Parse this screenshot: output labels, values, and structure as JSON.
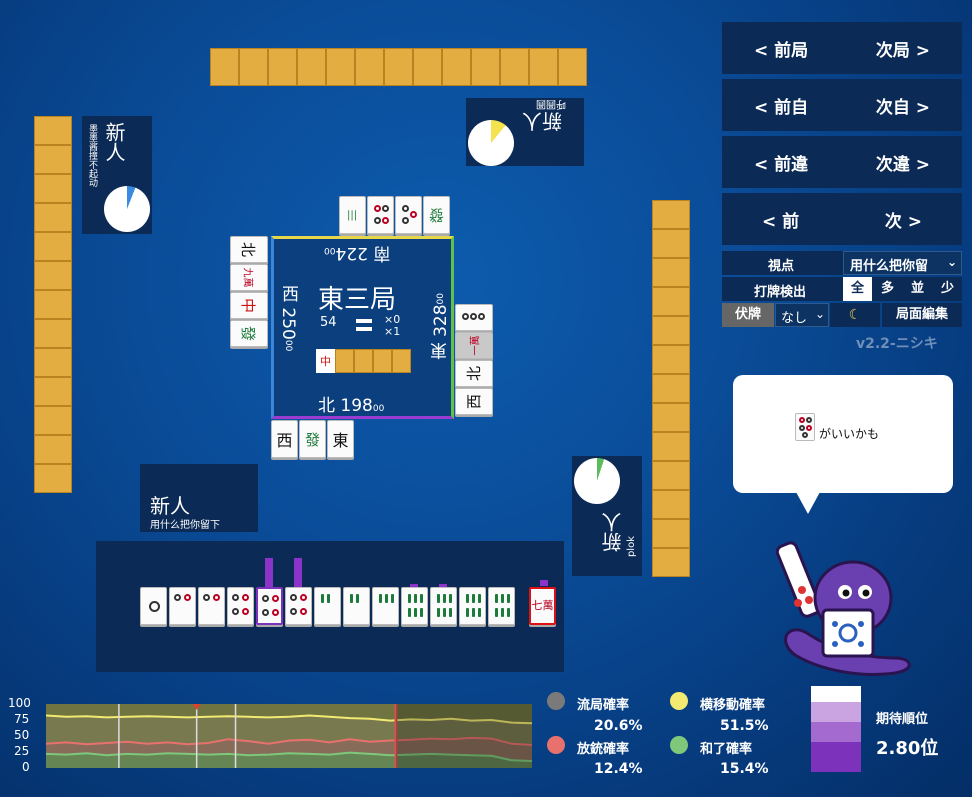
{
  "nav": {
    "prev_round": "< 前局",
    "next_round": "次局 >",
    "prev_self": "< 前自",
    "next_self": "次自 >",
    "prev_diff": "< 前違",
    "next_diff": "次違 >",
    "prev": "< 前",
    "next": "次 >"
  },
  "settings": {
    "viewpoint_label": "視点",
    "viewpoint_value": "用什么把你留",
    "detect_label": "打牌検出",
    "detect_options": [
      "全",
      "多",
      "並",
      "少"
    ],
    "hidden_label": "伏牌",
    "hidden_value": "なし",
    "moon_icon": "☾",
    "edit_label": "局面編集",
    "version": "v2.2-ニシキ"
  },
  "center": {
    "round": "東三局",
    "tiles_left": "54",
    "honba": "×0",
    "riichi": "×1",
    "south_label": "南",
    "south_score": "224",
    "west_label": "西",
    "west_score": "250",
    "east_label": "東",
    "east_score": "328",
    "north_label": "北",
    "north_score": "198",
    "score_suffix": "00",
    "dora_char": "中"
  },
  "players": {
    "top": {
      "name": "新人",
      "sub": "呼圓圓"
    },
    "left": {
      "name": "新人",
      "sub": "墨墨酱撞不起动"
    },
    "right": {
      "name": "新人",
      "sub": "plok"
    },
    "self": {
      "name": "新人",
      "sub": "用什么把你留下"
    }
  },
  "discards": {
    "top": [
      "發",
      "",
      "",
      ""
    ],
    "left": [
      "北",
      "九萬",
      "中",
      "發"
    ],
    "right": [
      "",
      "一萬",
      "北",
      "西"
    ],
    "bottom": [
      "西",
      "發",
      "東"
    ]
  },
  "hand": {
    "drawn": "七萬"
  },
  "bubble": {
    "text": "がいいかも"
  },
  "stats": {
    "draw_label": "流局確率",
    "draw_value": "20.6%",
    "move_label": "横移動確率",
    "move_value": "51.5%",
    "deal_label": "放銃確率",
    "deal_value": "12.4%",
    "win_label": "和了確率",
    "win_value": "15.4%",
    "expected_label": "期待順位",
    "expected_value": "2.80位",
    "colors": {
      "draw": "#7a7a7a",
      "move": "#f3ea72",
      "deal": "#e8716d",
      "win": "#7ec77b"
    }
  },
  "chart_data": {
    "type": "area",
    "yticks": [
      "100",
      "75",
      "50",
      "25",
      "0"
    ],
    "ylim": [
      0,
      100
    ],
    "series": [
      {
        "values": [
          82,
          80,
          81,
          79,
          80,
          81,
          80,
          79,
          80,
          81,
          80,
          79,
          80,
          82,
          80,
          78,
          77,
          74,
          76,
          75,
          77,
          74,
          75,
          71,
          70
        ]
      },
      {
        "values": [
          38,
          40,
          37,
          39,
          41,
          38,
          40,
          37,
          39,
          45,
          42,
          38,
          43,
          44,
          40,
          45,
          41,
          43,
          44,
          46,
          45,
          47,
          46,
          38,
          36
        ]
      },
      {
        "values": [
          22,
          21,
          23,
          20,
          22,
          21,
          23,
          22,
          21,
          22,
          20,
          21,
          23,
          22,
          21,
          24,
          22,
          20,
          21,
          22,
          21,
          20,
          19,
          12,
          11
        ]
      }
    ]
  }
}
